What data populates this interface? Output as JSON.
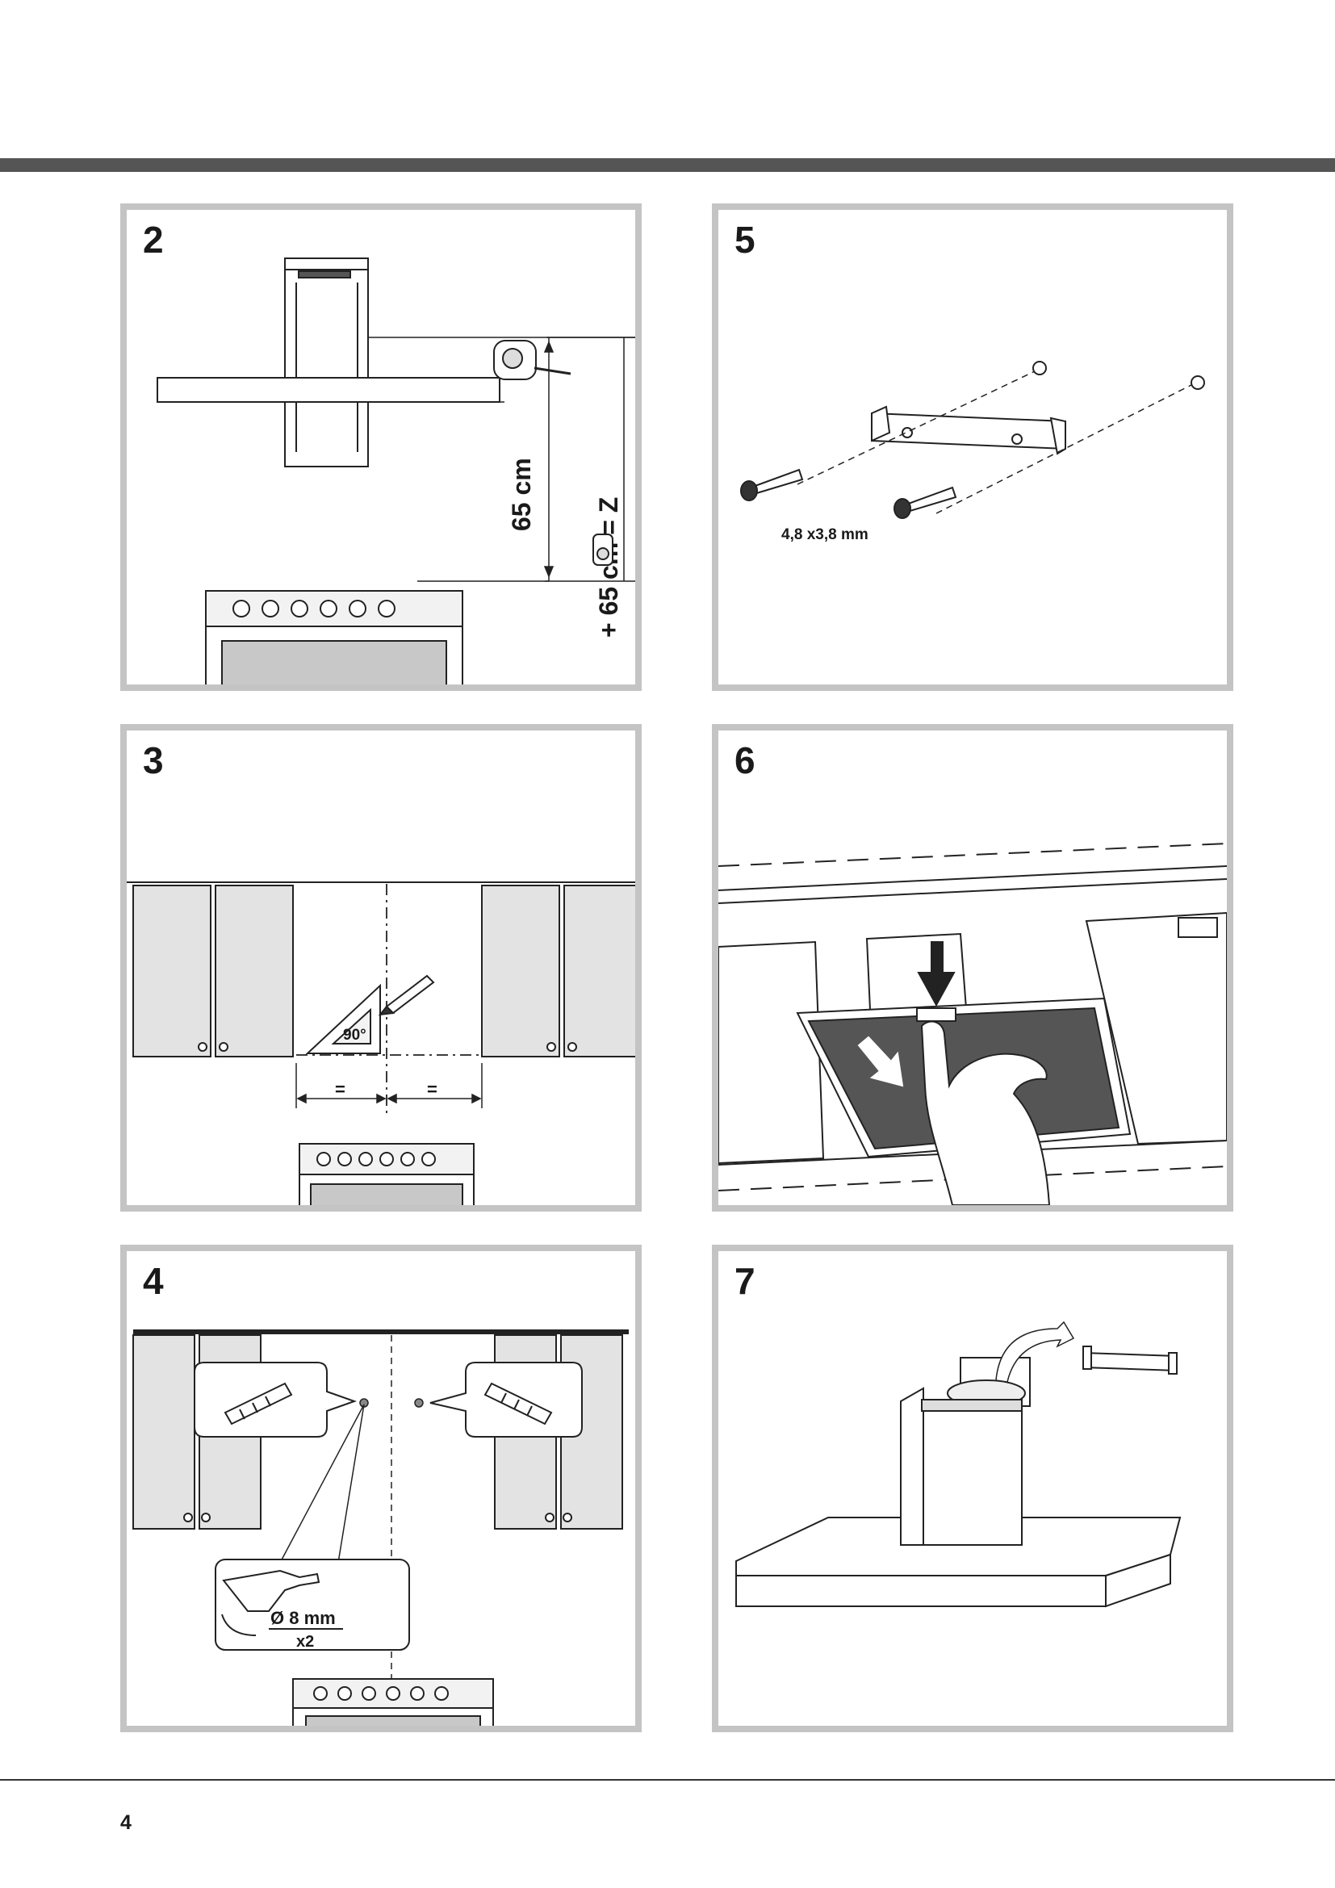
{
  "page_number": "4",
  "panels": {
    "p2": {
      "step": "2",
      "dim_65": "65 cm",
      "dim_z": "+ 65 cm = Z"
    },
    "p5": {
      "step": "5",
      "screw_size": "4,8 x3,8 mm"
    },
    "p3": {
      "step": "3",
      "angle": "90°",
      "equal_left": "=",
      "equal_right": "="
    },
    "p6": {
      "step": "6"
    },
    "p4": {
      "step": "4",
      "drill_diameter": "Ø 8 mm",
      "drill_count": "x2"
    },
    "p7": {
      "step": "7"
    }
  },
  "colors": {
    "frame": "#c4c4c4",
    "rule": "#555555",
    "cabinet": "#e3e3e3",
    "filter": "#555555",
    "oven_window": "#c8c8c8"
  },
  "icons": [
    "tape-measure-icon",
    "screw-icon",
    "wall-plug-icon",
    "drill-icon",
    "pencil-icon",
    "set-square-icon",
    "arrow-down-icon"
  ]
}
